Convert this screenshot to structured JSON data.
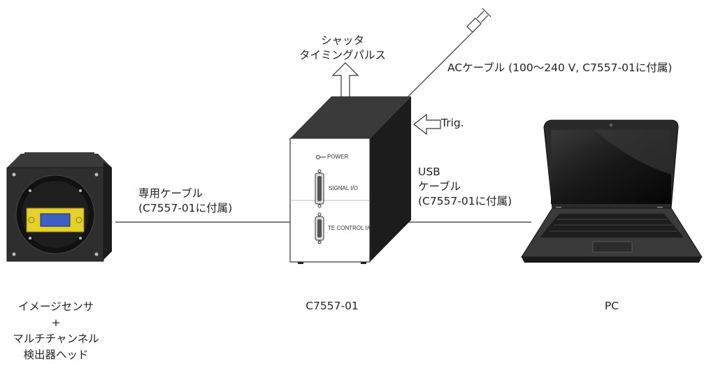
{
  "labels": {
    "shutter_line1": "シャッタ",
    "shutter_line2": "タイミングパルス",
    "ac_cable": "ACケーブル (100～240 V, C7557-01に付属)",
    "trig": "Trig.",
    "dedicated_cable_line1": "専用ケーブル",
    "dedicated_cable_line2": "(C7557-01に付属)",
    "usb_line1": "USB",
    "usb_line2": "ケーブル",
    "usb_line3": "(C7557-01に付属)",
    "sensor_line1": "イメージセンサ",
    "sensor_line2": "+",
    "sensor_line3": "マルチチャンネル",
    "sensor_line4": "検出器ヘッド",
    "controller": "C7557-01",
    "pc": "PC"
  },
  "panel": {
    "power": "POWER",
    "signal_io": "SIGNAL I/O",
    "te_control_io": "TE CONTROL I/O"
  },
  "colors": {
    "line": "#333333",
    "camera_body": "#2b2b2b",
    "camera_sensor_frame": "#e6d12a",
    "camera_sensor_window": "#3b5fc4",
    "controller_top": "#3a3a3a",
    "controller_side": "#1c1c1c",
    "controller_front": "#ffffff",
    "laptop_body": "#2a2a2a",
    "laptop_screen": "#101010"
  }
}
